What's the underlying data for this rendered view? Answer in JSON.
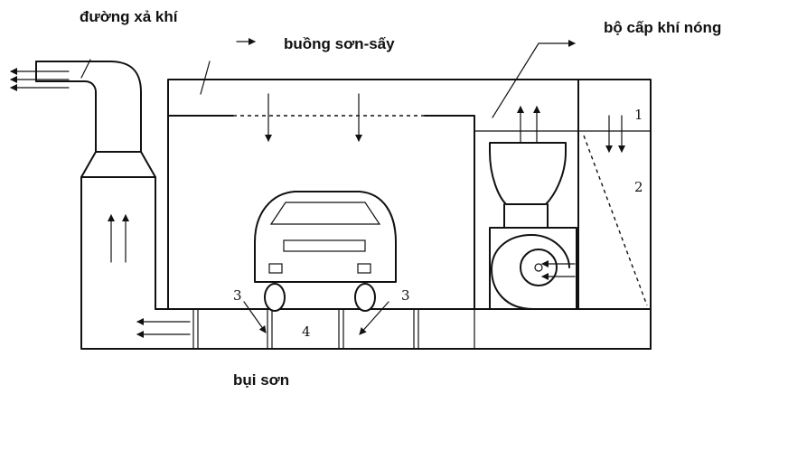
{
  "labels": {
    "exhaust_duct": "đường xả khí",
    "paint_dry_booth": "buồng sơn-sấy",
    "hot_air_supply": "bộ cấp khí nóng",
    "paint_dust": "bụi sơn",
    "num_1": "1",
    "num_2": "2",
    "num_3_left": "3",
    "num_3_right": "3",
    "num_4": "4"
  },
  "colors": {
    "line": "#111111",
    "background": "#ffffff"
  }
}
